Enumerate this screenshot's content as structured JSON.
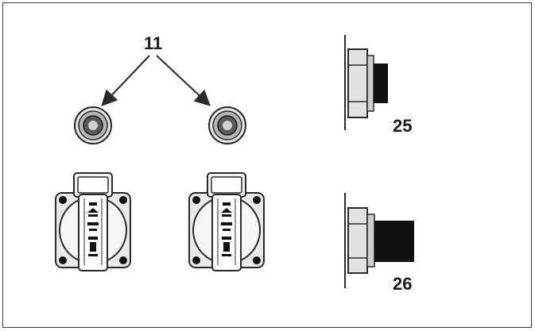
{
  "labels": {
    "fuse_holders": "11",
    "connector_small": "25",
    "connector_large": "26"
  },
  "colors": {
    "line": "#2a2a2a",
    "fill_dark": "#111111",
    "fill_mid": "#9a9a9a",
    "fill_light": "#e6e6e6"
  }
}
